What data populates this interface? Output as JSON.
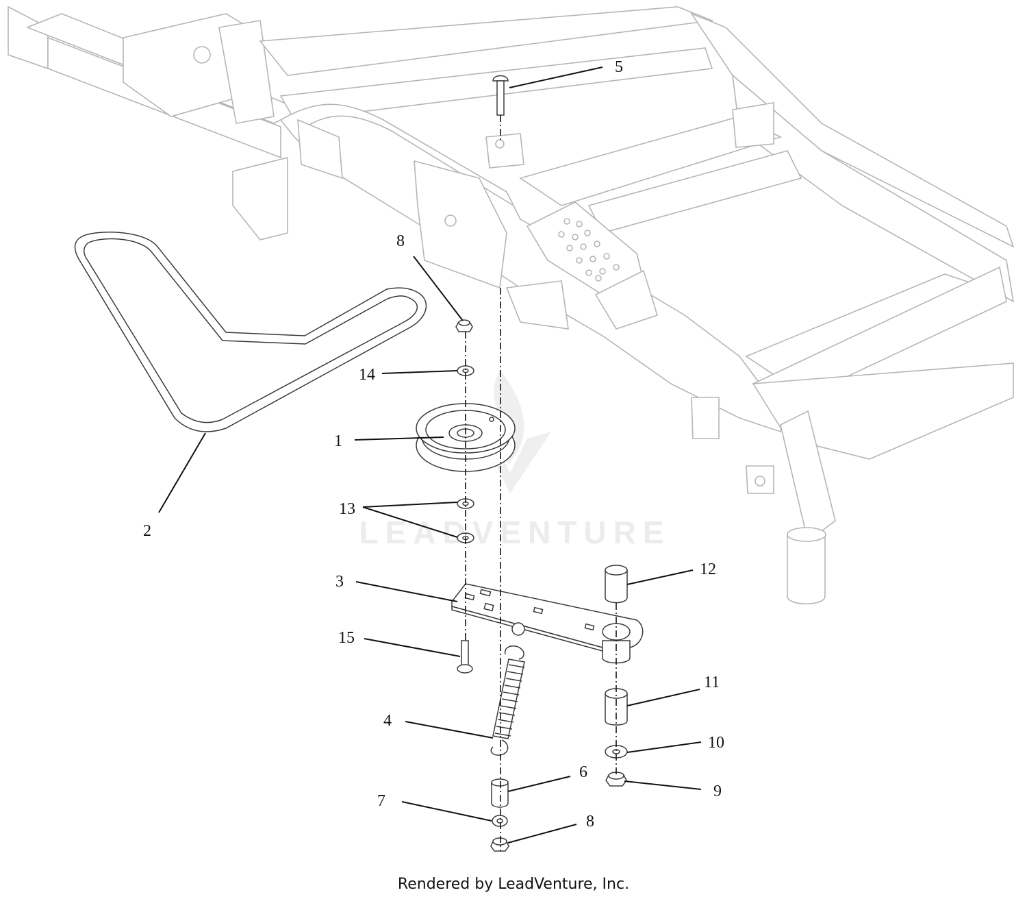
{
  "callouts": [
    {
      "id": "p1",
      "label": "1"
    },
    {
      "id": "p2",
      "label": "2"
    },
    {
      "id": "p3",
      "label": "3"
    },
    {
      "id": "p4",
      "label": "4"
    },
    {
      "id": "p5",
      "label": "5"
    },
    {
      "id": "p6",
      "label": "6"
    },
    {
      "id": "p7",
      "label": "7"
    },
    {
      "id": "p8a",
      "label": "8"
    },
    {
      "id": "p8b",
      "label": "8"
    },
    {
      "id": "p9",
      "label": "9"
    },
    {
      "id": "p10",
      "label": "10"
    },
    {
      "id": "p11",
      "label": "11"
    },
    {
      "id": "p12",
      "label": "12"
    },
    {
      "id": "p13",
      "label": "13"
    },
    {
      "id": "p14",
      "label": "14"
    },
    {
      "id": "p15",
      "label": "15"
    }
  ],
  "watermark": "LEADVENTURE",
  "footer": "Rendered by LeadVenture, Inc."
}
